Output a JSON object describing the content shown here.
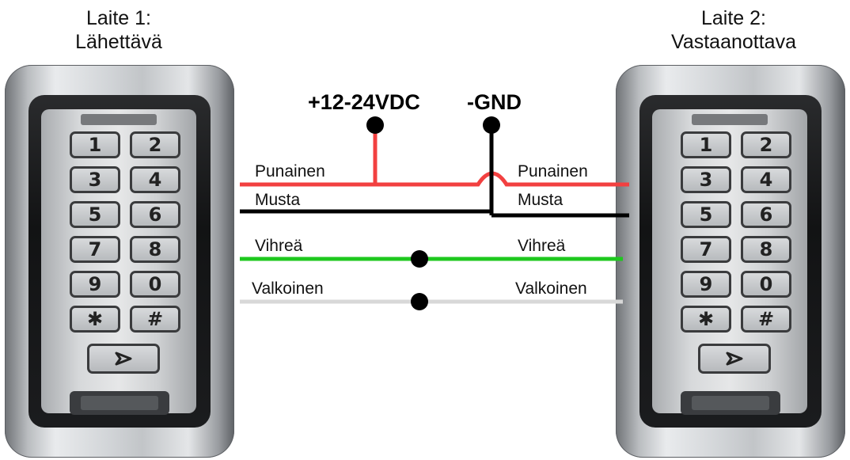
{
  "devices": [
    {
      "title_line1": "Laite 1:",
      "title_line2": "Lähettävä"
    },
    {
      "title_line1": "Laite 2:",
      "title_line2": "Vastaanottava"
    }
  ],
  "power": {
    "positive_label": "+12-24VDC",
    "ground_label": "-GND"
  },
  "wires": [
    {
      "name": "red",
      "left_label": "Punainen",
      "right_label": "Punainen",
      "color": "#f24040"
    },
    {
      "name": "black",
      "left_label": "Musta",
      "right_label": "Musta",
      "color": "#000000"
    },
    {
      "name": "green",
      "left_label": "Vihreä",
      "right_label": "Vihreä",
      "color": "#1ec81e"
    },
    {
      "name": "white",
      "left_label": "Valkoinen",
      "right_label": "Valkoinen",
      "color": "#d8d8d8"
    }
  ],
  "keypad": {
    "keys": [
      "1",
      "2",
      "3",
      "4",
      "5",
      "6",
      "7",
      "8",
      "9",
      "0",
      "✱",
      "#"
    ],
    "enter_icon": "bell-icon"
  }
}
